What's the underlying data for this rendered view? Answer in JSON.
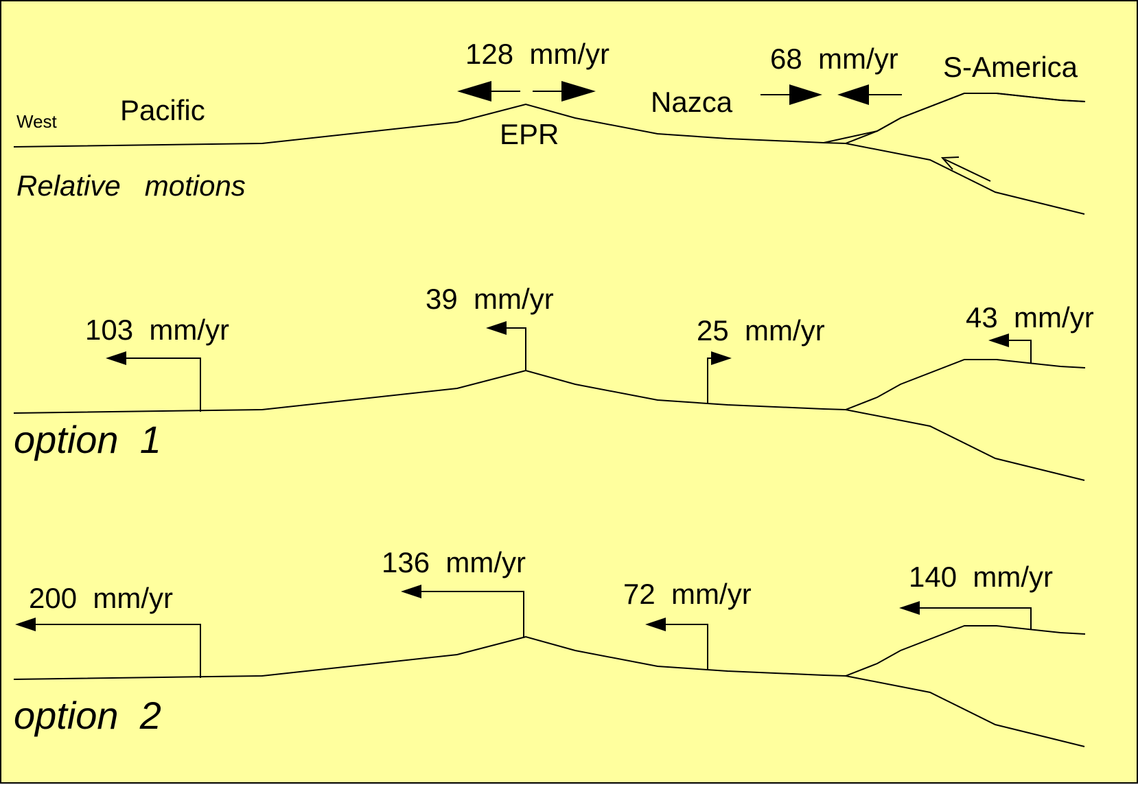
{
  "colors": {
    "background": "#ffff9e",
    "ink": "#000000"
  },
  "top": {
    "west": "West",
    "pacific": "Pacific",
    "epr": "EPR",
    "nazca": "Nazca",
    "samerica": "S-America",
    "title": "Relative   motions",
    "spreading_rate": "128  mm/yr",
    "convergence_rate": "68  mm/yr"
  },
  "option1": {
    "title": "option  1",
    "pacific_rate": "103  mm/yr",
    "ridge_rate": "39  mm/yr",
    "nazca_rate": "25  mm/yr",
    "samerica_rate": "43  mm/yr"
  },
  "option2": {
    "title": "option  2",
    "pacific_rate": "200  mm/yr",
    "ridge_rate": "136  mm/yr",
    "nazca_rate": "72  mm/yr",
    "samerica_rate": "140  mm/yr"
  }
}
